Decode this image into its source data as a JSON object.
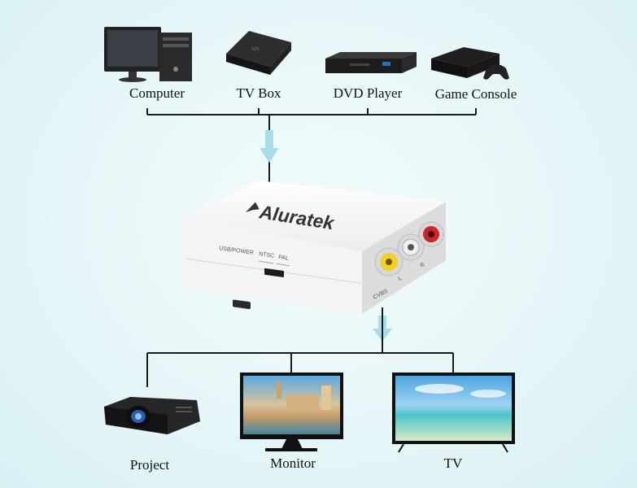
{
  "inputs": [
    {
      "name": "Computer",
      "icon": "computer-icon"
    },
    {
      "name": "TV Box",
      "icon": "tv-box-icon"
    },
    {
      "name": "DVD Player",
      "icon": "dvd-player-icon"
    },
    {
      "name": "Game Console",
      "icon": "game-console-icon"
    }
  ],
  "device": {
    "brand": "Aluratek",
    "port_usb": "USB/POWER",
    "switch_ntsc": "NTSC",
    "switch_pal": "PAL",
    "cvbs": "CVBS",
    "jack_l": "L",
    "jack_r": "R"
  },
  "outputs": [
    {
      "name": "Project",
      "icon": "projector-icon"
    },
    {
      "name": "Monitor",
      "icon": "monitor-icon"
    },
    {
      "name": "TV",
      "icon": "tv-icon"
    }
  ],
  "colors": {
    "arrow": "#a8dde8",
    "line": "#1a1a1a",
    "device_body": "#f7f7f7",
    "jack_yellow": "#f2d02b",
    "jack_red": "#c8262b",
    "jack_white": "#ececec"
  }
}
